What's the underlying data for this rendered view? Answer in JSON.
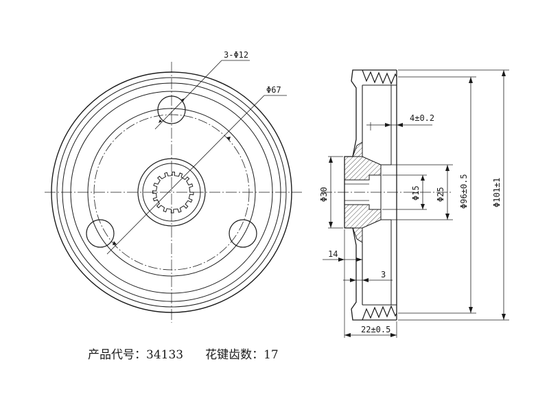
{
  "front_view": {
    "hole_dim": "3-Φ12",
    "pcd_dim": "Φ67"
  },
  "side_view": {
    "groove_depth_dim": "4±0.2",
    "bore_dim": "Φ30",
    "spline_dim": "Φ15",
    "hub_dim": "Φ25",
    "groove_dia_dim": "Φ96±0.5",
    "outer_dia_dim": "Φ101±1",
    "hub_width_dim": "14",
    "wall_dim": "3",
    "width_dim": "22±0.5"
  },
  "footer": {
    "product_code_label": "产品代号：",
    "product_code": "34133",
    "spline_teeth_label": "花键齿数：",
    "spline_teeth": "17"
  }
}
